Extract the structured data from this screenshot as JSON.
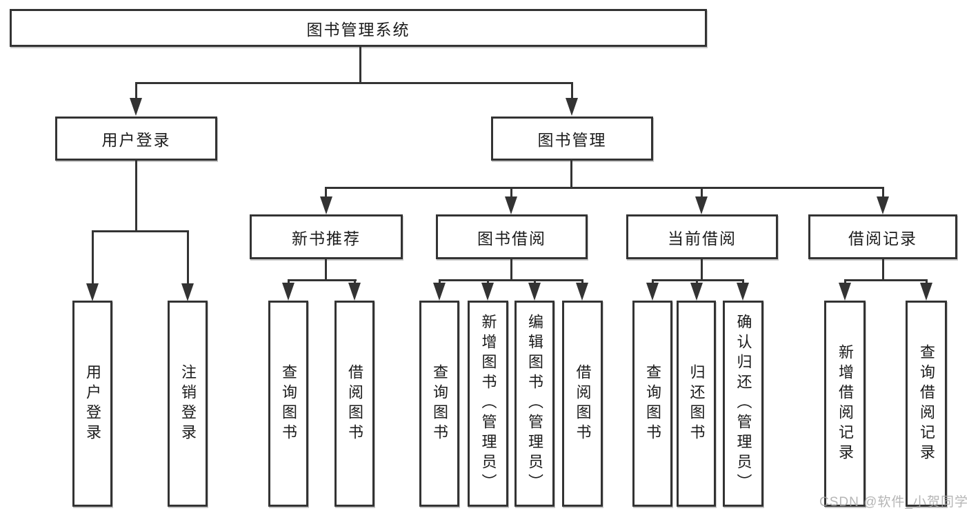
{
  "diagram": {
    "root": {
      "label": "图书管理系统"
    },
    "level2": [
      {
        "label": "用户登录"
      },
      {
        "label": "图书管理"
      }
    ],
    "level3": [
      {
        "label": "新书推荐"
      },
      {
        "label": "图书借阅"
      },
      {
        "label": "当前借阅"
      },
      {
        "label": "借阅记录"
      }
    ],
    "leaves": [
      {
        "label": "用户登录"
      },
      {
        "label": "注销登录"
      },
      {
        "label": "查询图书"
      },
      {
        "label": "借阅图书"
      },
      {
        "label": "查询图书"
      },
      {
        "label": "新增图书（管理员）"
      },
      {
        "label": "编辑图书（管理员）"
      },
      {
        "label": "借阅图书"
      },
      {
        "label": "查询图书"
      },
      {
        "label": "归还图书"
      },
      {
        "label": "确认归还（管理员）"
      },
      {
        "label": "新增借阅记录"
      },
      {
        "label": "查询借阅记录"
      }
    ]
  },
  "watermark": "CSDN @软件_小贺同学",
  "colors": {
    "line": "#333333",
    "text": "#1b1b1b",
    "background": "#ffffff",
    "watermark": "#a8a8a8"
  }
}
